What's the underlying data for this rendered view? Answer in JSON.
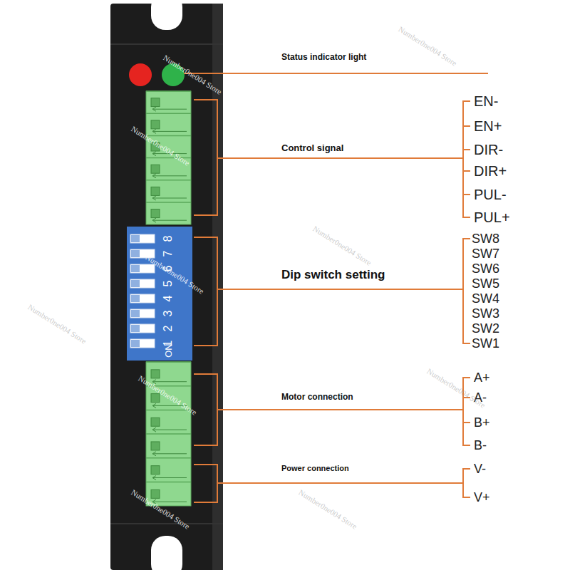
{
  "diagram": {
    "labels": [
      "Status indicator light",
      "Control signal",
      "EN-",
      "EN+",
      "DIR-",
      "DIR+",
      "PUL-",
      "PUL+",
      "8",
      "7",
      "6",
      "5",
      "4",
      "3",
      "2",
      "1",
      "ON",
      "Dip switch setting",
      "SW8",
      "SW7",
      "SW6",
      "SW5",
      "SW4",
      "SW3",
      "SW2",
      "SW1",
      "Motor connection",
      "A+",
      "A-",
      "B+",
      "B-",
      "Power connection",
      "V-",
      "V+",
      "Number0ne004 Store",
      "Number0ne004 Store",
      "Number0ne004 Store",
      "Number0ne004 Store",
      "Number0ne004 Store",
      "Number0ne004 Store",
      "Number0ne004 Store",
      "Number0ne004 Store",
      "Number0ne004 Store",
      "Number0ne004 Store"
    ]
  }
}
